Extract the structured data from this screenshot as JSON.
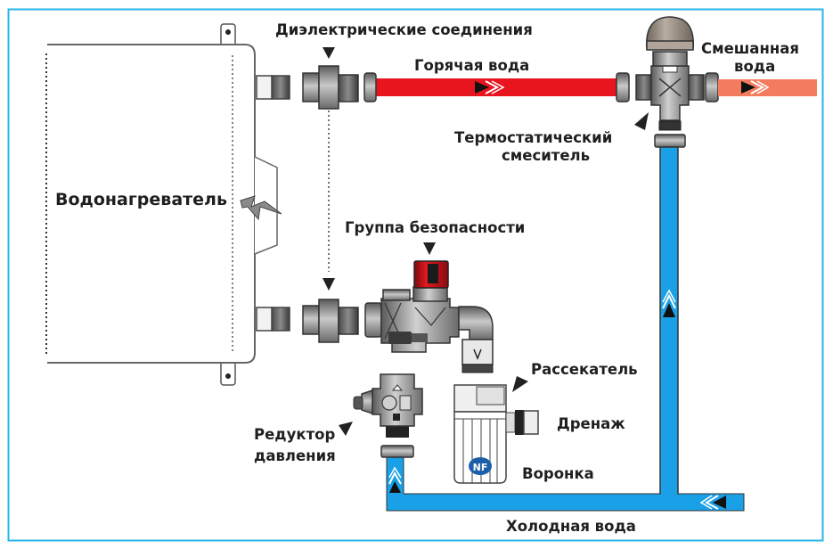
{
  "diagram": {
    "title": "Схема подключения водонагревателя",
    "colors": {
      "frame": "#29b6e8",
      "hot_pipe": "#e8141e",
      "mixed_pipe": "#f47c5e",
      "cold_pipe": "#1aa0e6",
      "fitting": "#8c8c8c",
      "safety_cap": "#d81a1f",
      "thermostat_cap": "#a59a8e",
      "text": "#1f1f1f"
    },
    "labels": {
      "heater": "Водонагреватель",
      "dielectric": "Диэлектрические соединения",
      "hot_water": "Горячая вода",
      "mixed_water_1": "Смешанная",
      "mixed_water_2": "вода",
      "thermo_mixer_1": "Термостатический",
      "thermo_mixer_2": "смеситель",
      "safety_group": "Группа безопасности",
      "splitter": "Рассекатель",
      "drain": "Дренаж",
      "funnel": "Воронка",
      "reducer_1": "Редуктор",
      "reducer_2": "давления",
      "cold_water": "Холодная вода",
      "nf_mark": "NF"
    },
    "flows": [
      {
        "pipe": "hot",
        "direction": "right"
      },
      {
        "pipe": "mixed",
        "direction": "right"
      },
      {
        "pipe": "cold-main",
        "direction": "left"
      },
      {
        "pipe": "cold-riser",
        "direction": "up"
      },
      {
        "pipe": "cold-inlet",
        "direction": "up"
      }
    ]
  }
}
